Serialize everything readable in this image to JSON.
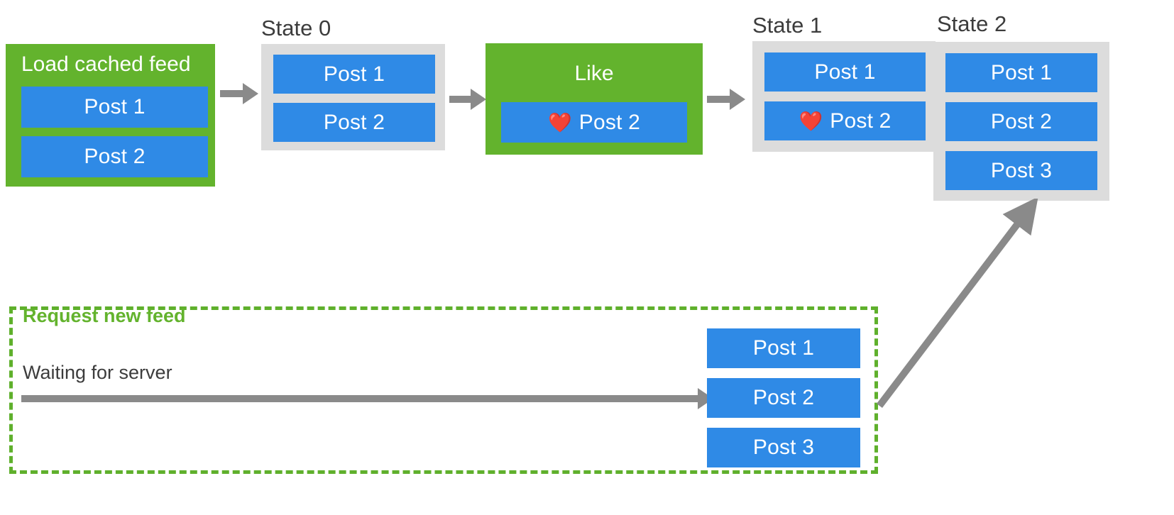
{
  "diagram": {
    "title": "Optimistic UI feed update flow",
    "colors": {
      "action_green": "#63b32d",
      "post_blue": "#2f8ae6",
      "state_gray": "#dcdcdc",
      "arrow_gray": "#8a8a8a",
      "dashed_green": "#5fb02c",
      "label_text": "#3c3c3c",
      "heart_red": "#e8253b",
      "background": "#ffffff"
    },
    "heart_icon": "❤️"
  },
  "load_cached_feed": {
    "title": "Load cached feed",
    "posts": [
      {
        "label": "Post 1",
        "liked": false
      },
      {
        "label": "Post 2",
        "liked": false
      }
    ]
  },
  "state_0": {
    "label": "State 0",
    "posts": [
      {
        "label": "Post 1",
        "liked": false
      },
      {
        "label": "Post 2",
        "liked": false
      }
    ]
  },
  "like_action": {
    "title": "Like",
    "posts": [
      {
        "label": "Post 2",
        "liked": true,
        "heart": "❤️"
      }
    ]
  },
  "state_1": {
    "label": "State 1",
    "posts": [
      {
        "label": "Post 1",
        "liked": false
      },
      {
        "label": "Post 2",
        "liked": true,
        "heart": "❤️"
      }
    ]
  },
  "state_2": {
    "label": "State 2",
    "posts": [
      {
        "label": "Post 1",
        "liked": false
      },
      {
        "label": "Post 2",
        "liked": false
      },
      {
        "label": "Post 3",
        "liked": false
      }
    ]
  },
  "request_new_feed": {
    "title": "Request new feed",
    "status": "Waiting for server",
    "posts": [
      {
        "label": "Post 1",
        "liked": false
      },
      {
        "label": "Post 2",
        "liked": false
      },
      {
        "label": "Post 3",
        "liked": false
      }
    ]
  },
  "arrows": [
    {
      "name": "load-to-state0",
      "from": "load_cached_feed",
      "to": "state_0"
    },
    {
      "name": "state0-to-like",
      "from": "state_0",
      "to": "like_action"
    },
    {
      "name": "like-to-state1",
      "from": "like_action",
      "to": "state_1"
    },
    {
      "name": "waiting-to-new-feed",
      "from": "request_new_feed_status",
      "to": "request_new_feed_posts"
    },
    {
      "name": "new-feed-to-state2",
      "from": "request_new_feed",
      "to": "state_2"
    }
  ]
}
